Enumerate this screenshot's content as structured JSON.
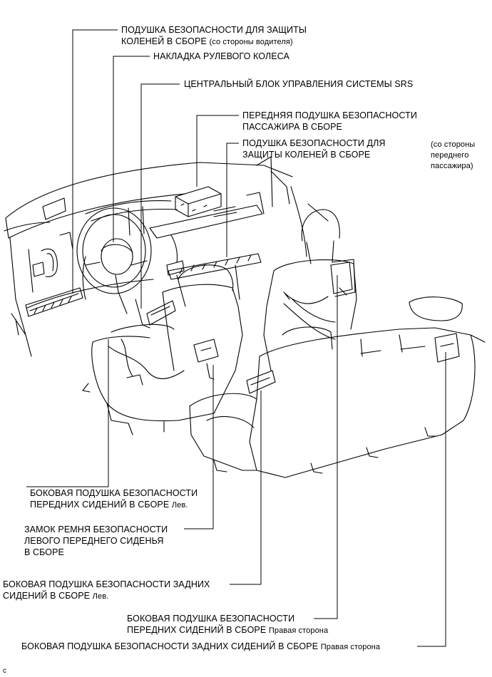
{
  "labels": {
    "knee_driver": {
      "l1": "ПОДУШКА БЕЗОПАСНОСТИ ДЛЯ ЗАЩИТЫ",
      "l2": "КОЛЕНЕЙ В СБОРЕ",
      "l2b": "(со стороны водителя)"
    },
    "steering_pad": {
      "l1": "НАКЛАДКА РУЛЕВОГО КОЛЕСА"
    },
    "srs_center": {
      "l1": "ЦЕНТРАЛЬНЫЙ БЛОК УПРАВЛЕНИЯ СИСТЕМЫ SRS"
    },
    "front_passenger": {
      "l1": "ПЕРЕДНЯЯ ПОДУШКА БЕЗОПАСНОСТИ",
      "l2": "ПАССАЖИРА В СБОРЕ"
    },
    "knee_passenger": {
      "l1": "ПОДУШКА БЕЗОПАСНОСТИ ДЛЯ",
      "l2": "ЗАЩИТЫ КОЛЕНЕЙ В СБОРЕ"
    },
    "passenger_side_note": {
      "l1": "(со стороны",
      "l2": "переднего",
      "l3": "пассажира)"
    },
    "front_side_left": {
      "l1": "БОКОВАЯ ПОДУШКА БЕЗОПАСНОСТИ",
      "l2": "ПЕРЕДНИХ СИДЕНИЙ В СБОРЕ",
      "l2b": "Лев."
    },
    "buckle_left": {
      "l1": "ЗАМОК РЕМНЯ БЕЗОПАСНОСТИ",
      "l2": "ЛЕВОГО ПЕРЕДНЕГО СИДЕНЬЯ",
      "l3": "В СБОРЕ"
    },
    "rear_side_left": {
      "l1": "БОКОВАЯ ПОДУШКА БЕЗОПАСНОСТИ ЗАДНИХ",
      "l2": "СИДЕНИЙ В СБОРЕ",
      "l2b": "Лев."
    },
    "front_side_right": {
      "l1": "БОКОВАЯ ПОДУШКА БЕЗОПАСНОСТИ",
      "l2": "ПЕРЕДНИХ СИДЕНИЙ В СБОРЕ",
      "l2b": "Правая сторона"
    },
    "rear_side_right": {
      "l1": "БОКОВАЯ ПОДУШКА БЕЗОПАСНОСТИ ЗАДНИХ СИДЕНИЙ В СБОРЕ",
      "l1b": "Правая сторона"
    }
  },
  "figure_code": "c"
}
